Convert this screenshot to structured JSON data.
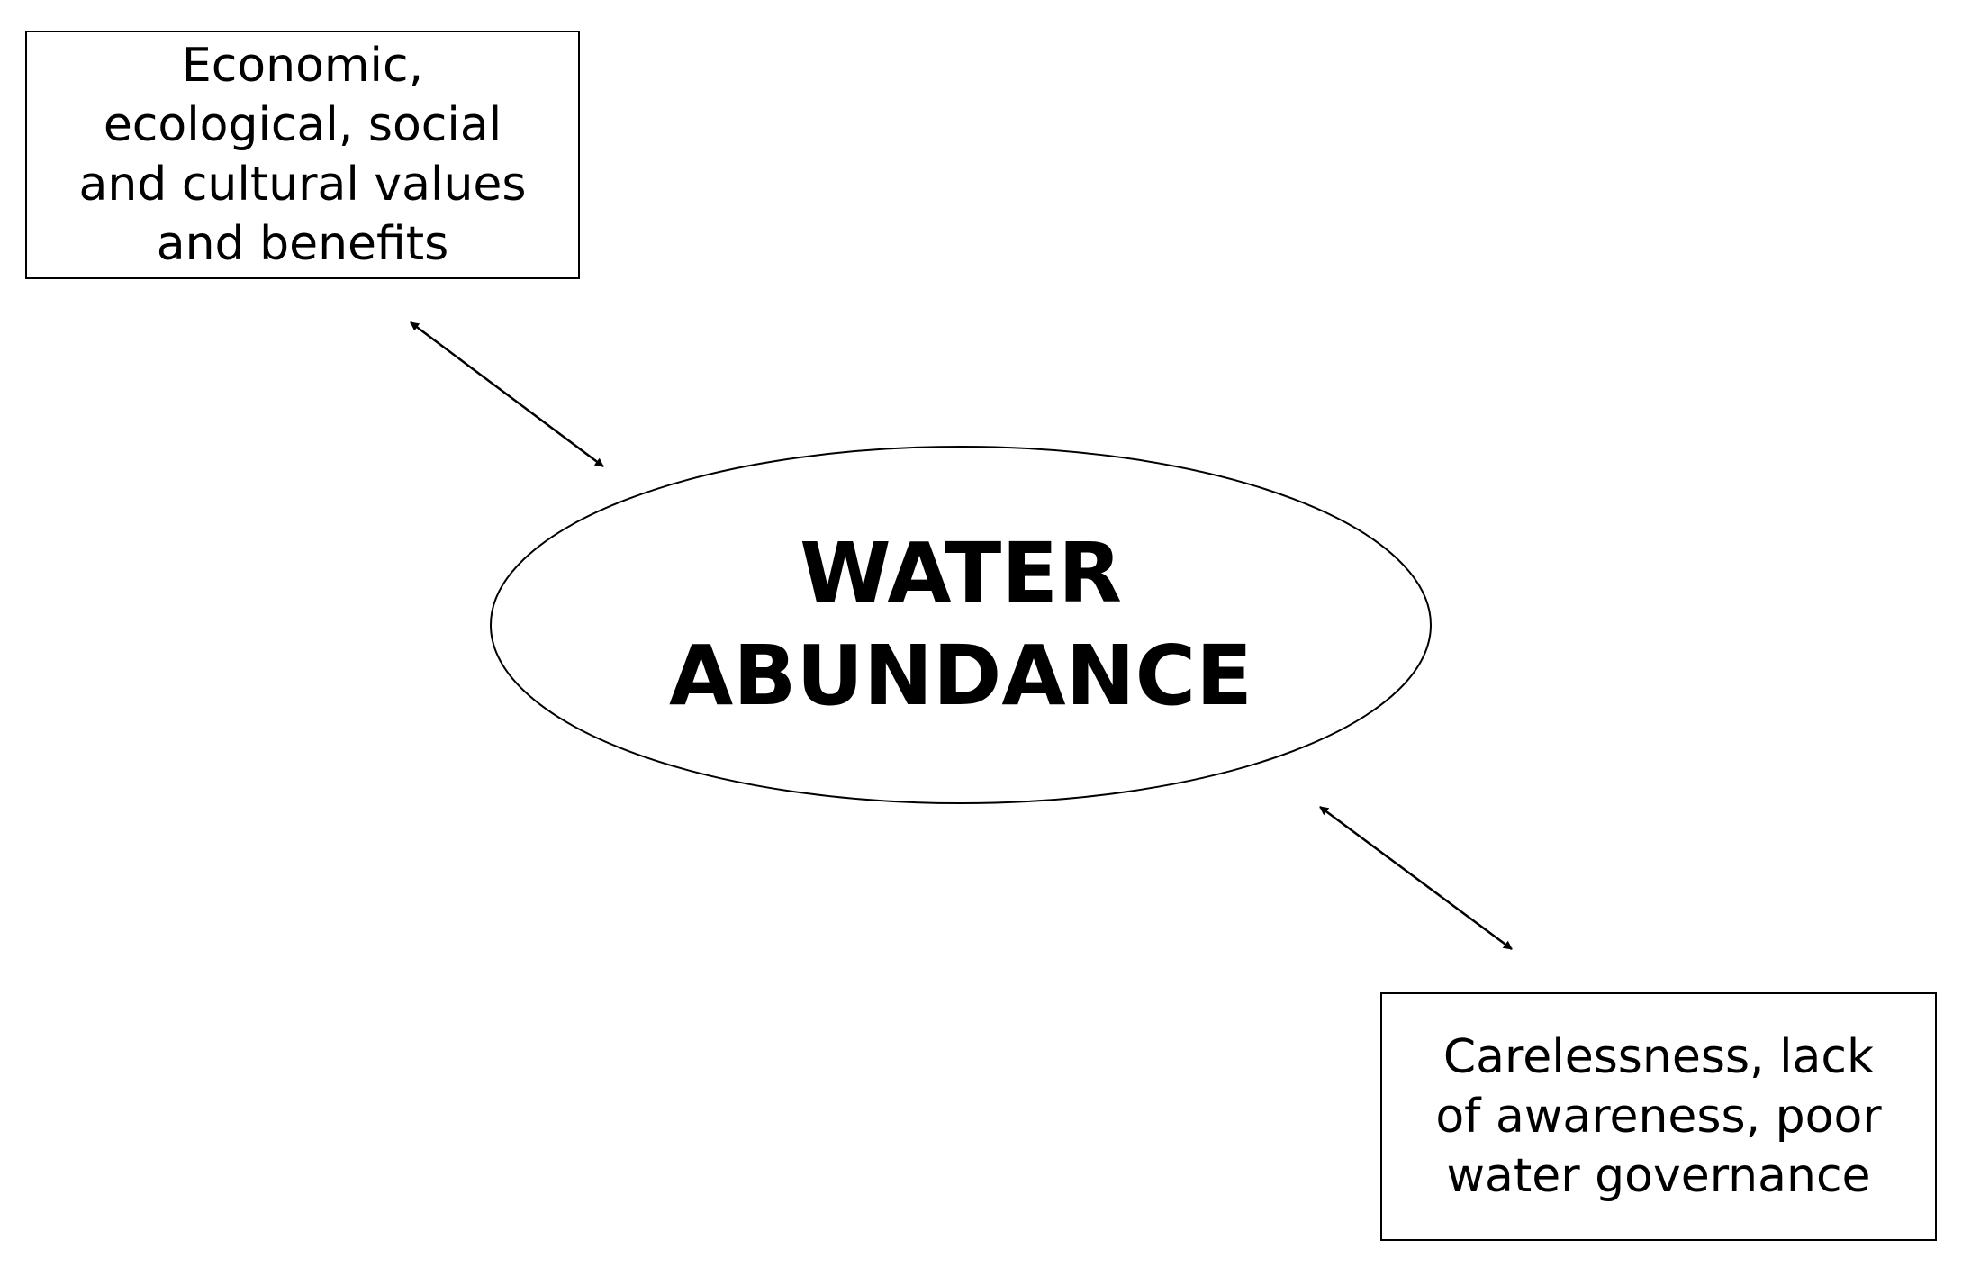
{
  "diagram": {
    "center": {
      "line1": "WATER",
      "line2": "ABUNDANCE"
    },
    "nodes": [
      {
        "id": "values-benefits",
        "lines": [
          "Economic,",
          "ecological, social",
          "and cultural values",
          "and benefits"
        ]
      },
      {
        "id": "governance-issues",
        "lines": [
          "Carelessness, lack",
          "of awareness, poor",
          "water governance"
        ]
      }
    ],
    "connectors": [
      {
        "from": "values-benefits",
        "to": "center",
        "type": "bidirectional-arrow"
      },
      {
        "from": "center",
        "to": "governance-issues",
        "type": "bidirectional-arrow"
      }
    ],
    "colors": {
      "stroke": "#000000",
      "background": "#ffffff",
      "text": "#000000"
    }
  }
}
